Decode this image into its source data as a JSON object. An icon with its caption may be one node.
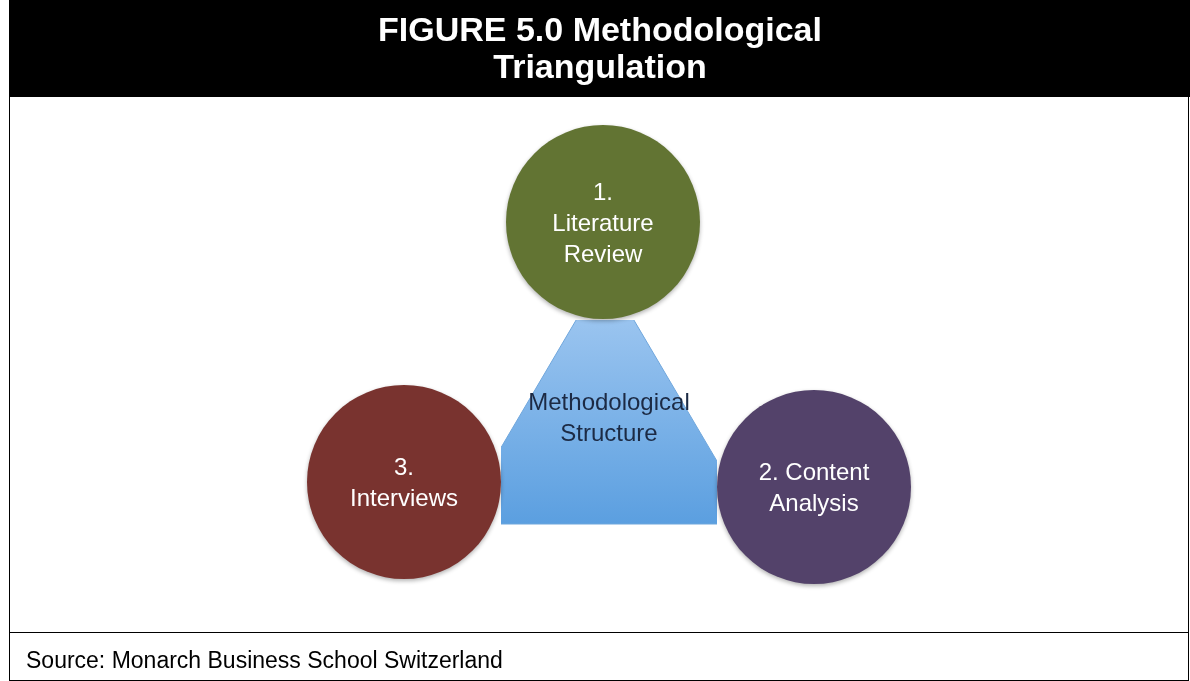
{
  "diagram": {
    "title": "FIGURE 5.0 Methodological Triangulation",
    "caption": "Source: Monarch Business School Switzerland",
    "nodes": [
      {
        "text": [
          "1. Literature Review"
        ]
      },
      {
        "text": [
          "Methodological Structure"
        ]
      },
      {
        "text": [
          "3. Interviews"
        ]
      },
      {
        "text": [
          "2. Content Analysis"
        ]
      }
    ]
  }
}
